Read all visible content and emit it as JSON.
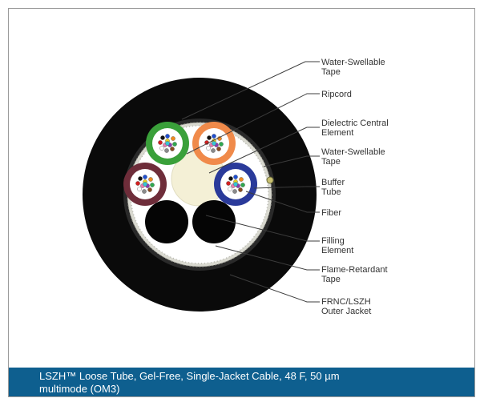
{
  "labels": [
    {
      "id": "water-swellable-tape-outer",
      "lines": [
        "Water-Swellable",
        "Tape"
      ]
    },
    {
      "id": "ripcord",
      "lines": [
        "Ripcord"
      ]
    },
    {
      "id": "dielectric-central-element",
      "lines": [
        "Dielectric Central",
        "Element"
      ]
    },
    {
      "id": "water-swellable-tape-inner",
      "lines": [
        "Water-Swellable",
        "Tape"
      ]
    },
    {
      "id": "buffer-tube",
      "lines": [
        "Buffer",
        "Tube"
      ]
    },
    {
      "id": "fiber",
      "lines": [
        "Fiber"
      ]
    },
    {
      "id": "filling-element",
      "lines": [
        "Filling",
        "Element"
      ]
    },
    {
      "id": "flame-retardant-tape",
      "lines": [
        "Flame-Retardant",
        "Tape"
      ]
    },
    {
      "id": "outer-jacket",
      "lines": [
        "FRNC/LSZH",
        "Outer Jacket"
      ]
    }
  ],
  "caption": {
    "line1": "LSZH™ Loose Tube, Gel-Free, Single-Jacket Cable, 48 F, 50 µm",
    "line2": "multimode (OM3)"
  },
  "colors": {
    "jacket": "#0a0a0a",
    "caption_bg": "#0e5f8f",
    "tube_green": "#3aa03a",
    "tube_orange": "#f08a4a",
    "tube_brown": "#6e2d3a",
    "tube_blue": "#2a3a9a",
    "central_element": "#f4f0d6"
  }
}
